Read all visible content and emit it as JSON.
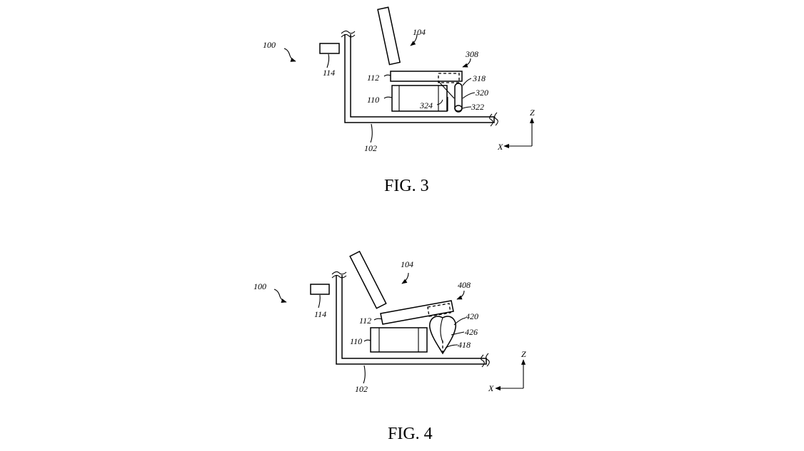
{
  "fig3": {
    "caption": "FIG. 3",
    "ref_100": "100",
    "ref_104": "104",
    "ref_114": "114",
    "ref_308": "308",
    "ref_112": "112",
    "ref_318": "318",
    "ref_110": "110",
    "ref_320": "320",
    "ref_324": "324",
    "ref_322": "322",
    "ref_102": "102",
    "axis_z": "Z",
    "axis_x": "X"
  },
  "fig4": {
    "caption": "FIG. 4",
    "ref_100": "100",
    "ref_104": "104",
    "ref_114": "114",
    "ref_408": "408",
    "ref_112": "112",
    "ref_420": "420",
    "ref_426": "426",
    "ref_110": "110",
    "ref_418": "418",
    "ref_102": "102",
    "axis_z": "Z",
    "axis_x": "X"
  }
}
